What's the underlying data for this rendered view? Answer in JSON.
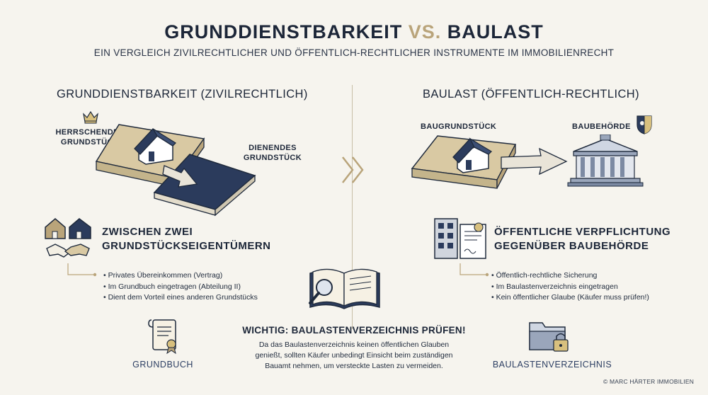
{
  "header": {
    "title_part1": "GRUNDDIENSTBARKEIT",
    "title_vs": "VS.",
    "title_part2": "BAULAST",
    "subtitle": "EIN VERGLEICH ZIVILRECHTLICHER UND ÖFFENTLICH-RECHTLICHER INSTRUMENTE IM IMMOBILIENRECHT"
  },
  "left": {
    "section_title": "GRUNDDIENSTBARKEIT (ZIVILRECHTLICH)",
    "label_herrschend_1": "HERRSCHENDES",
    "label_herrschend_2": "GRUNDSTÜCK",
    "label_dienend_1": "DIENENDES",
    "label_dienend_2": "GRUNDSTÜCK",
    "heading_1": "ZWISCHEN ZWEI",
    "heading_2": "GRUNDSTÜCKSEIGENTÜMERN",
    "bullets": [
      "Privates Übereinkommen (Vertrag)",
      "Im Grundbuch eingetragen (Abteilung II)",
      "Dient dem Vorteil eines anderen Grundstücks"
    ],
    "caption": "GRUNDBUCH"
  },
  "right": {
    "section_title": "BAULAST (ÖFFENTLICH-RECHTLICH)",
    "label_baugrundstueck": "BAUGRUNDSTÜCK",
    "label_baubehoerde": "BAUBEHÖRDE",
    "heading_1": "ÖFFENTLICHE VERPFLICHTUNG",
    "heading_2": "GEGENÜBER BAUBEHÖRDE",
    "bullets": [
      "Öffentlich-rechtliche Sicherung",
      "Im Baulastenverzeichnis eingetragen",
      "Kein öffentlicher Glaube (Käufer muss prüfen!)"
    ],
    "caption": "BAULASTENVERZEICHNIS"
  },
  "note": {
    "title": "WICHTIG: BAULASTENVERZEICHNIS PRÜFEN!",
    "line1": "Da das Baulastenverzeichnis keinen öffentlichen Glauben",
    "line2": "genießt, sollten Käufer unbedingt Einsicht beim zuständigen",
    "line3": "Bauamt nehmen, um versteckte Lasten zu vermeiden."
  },
  "footer": {
    "copyright": "© MARC HÄRTER IMMOBILIEN"
  },
  "colors": {
    "navy": "#2b3b5c",
    "gold": "#b9a47a",
    "sand": "#d9c9a3",
    "background": "#f6f4ee"
  },
  "icons": [
    "crown-icon",
    "houses-icon",
    "handshake-icon",
    "office-building-icon",
    "contract-icon",
    "book-magnifier-icon",
    "scroll-seal-icon",
    "folder-lock-icon",
    "coat-of-arms-icon",
    "government-building-icon",
    "double-chevron-icon"
  ]
}
